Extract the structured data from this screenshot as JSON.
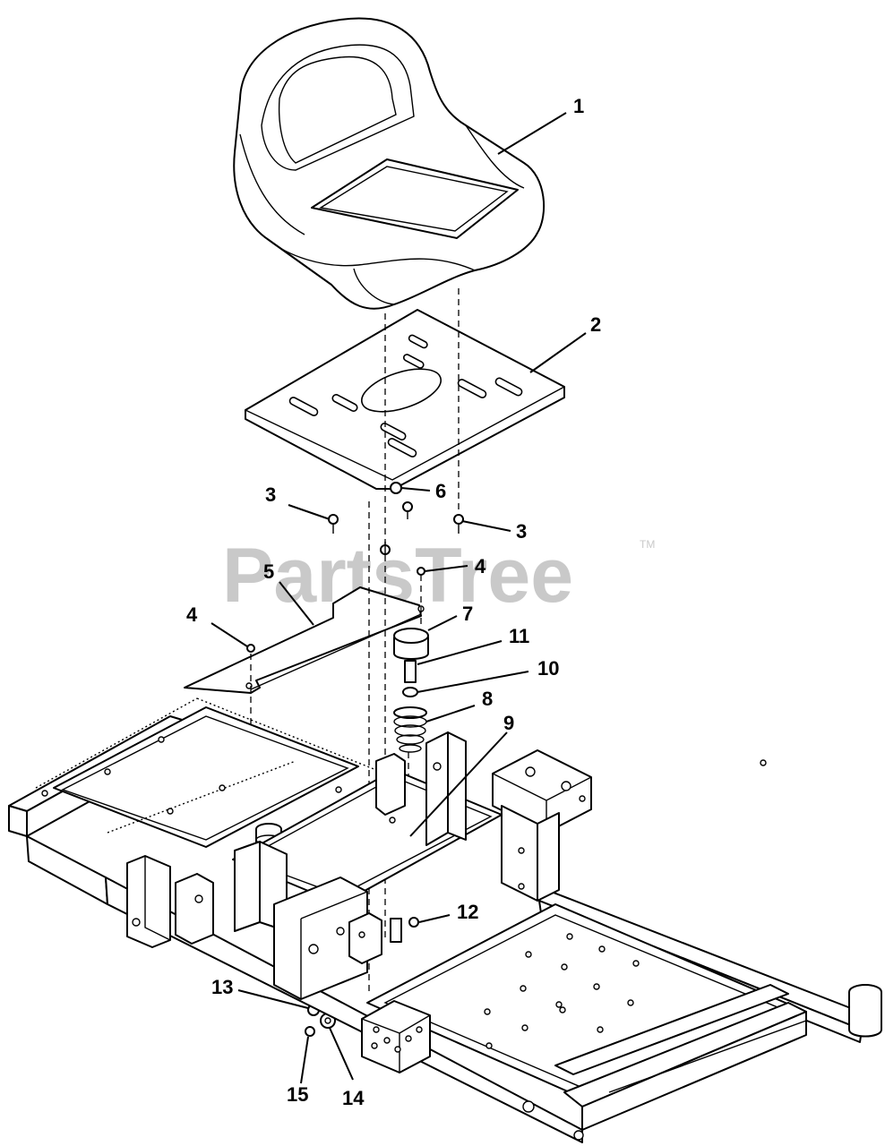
{
  "watermark": {
    "text": "PartsTree",
    "trademark": "TM",
    "color": "#c9c9c9"
  },
  "callouts": [
    "1",
    "2",
    "3",
    "3",
    "4",
    "4",
    "5",
    "6",
    "7",
    "8",
    "9",
    "10",
    "11",
    "12",
    "13",
    "14",
    "15"
  ]
}
